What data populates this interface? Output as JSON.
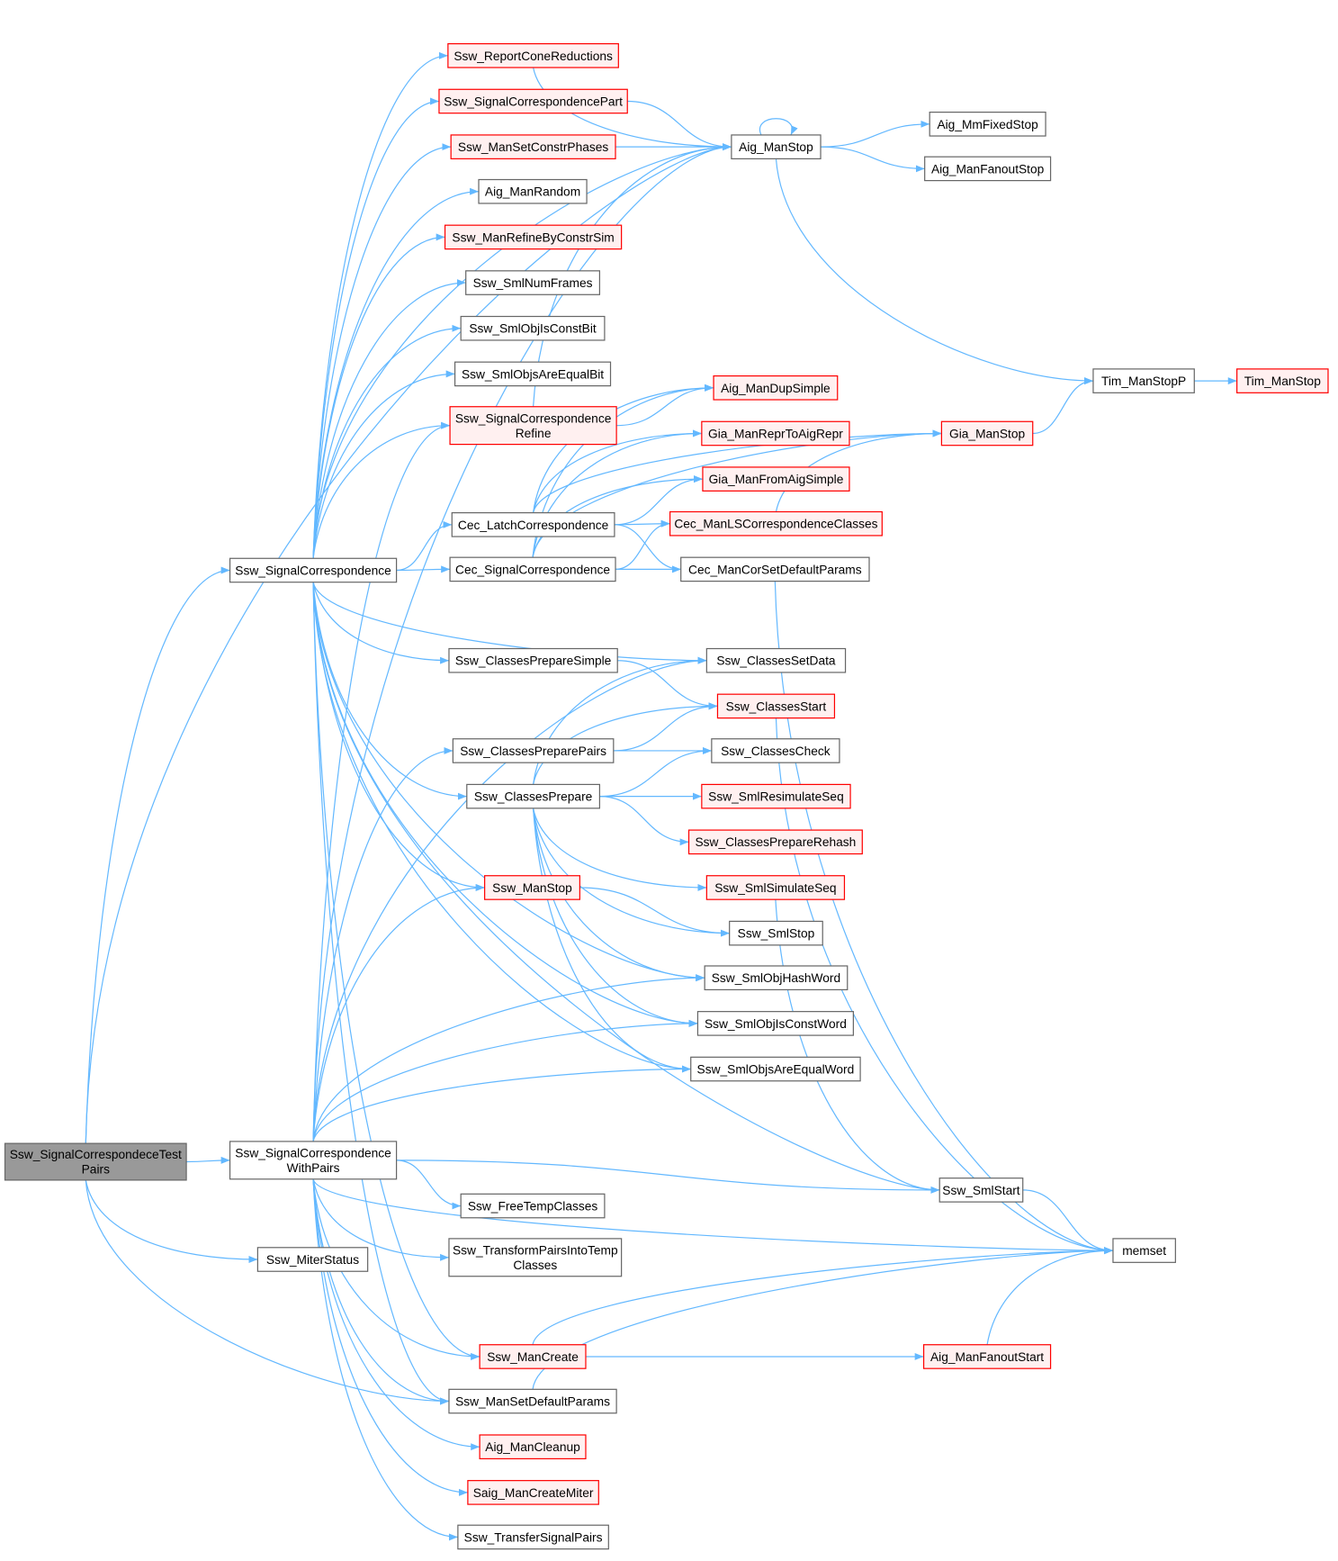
{
  "colors": {
    "edge": "#63b8ff",
    "normal_fill": "#ffffff",
    "normal_stroke": "#666666",
    "red_fill": "#fff0f0",
    "red_stroke": "#ff0000",
    "root_fill": "#999999",
    "root_stroke": "#666666"
  },
  "nodes": [
    {
      "id": "root",
      "lines": [
        "Ssw_SignalCorrespondeceTest",
        "Pairs"
      ],
      "style": "root"
    },
    {
      "id": "withpairs",
      "lines": [
        "Ssw_SignalCorrespondence",
        "WithPairs"
      ],
      "style": "normal"
    },
    {
      "id": "miterstatus",
      "lines": [
        "Ssw_MiterStatus"
      ],
      "style": "normal"
    },
    {
      "id": "sigcorr",
      "lines": [
        "Ssw_SignalCorrespondence"
      ],
      "style": "normal"
    },
    {
      "id": "reportcone",
      "lines": [
        "Ssw_ReportConeReductions"
      ],
      "style": "red"
    },
    {
      "id": "sigcorrpart",
      "lines": [
        "Ssw_SignalCorrespondencePart"
      ],
      "style": "red"
    },
    {
      "id": "setconstr",
      "lines": [
        "Ssw_ManSetConstrPhases"
      ],
      "style": "red"
    },
    {
      "id": "aigrandom",
      "lines": [
        "Aig_ManRandom"
      ],
      "style": "normal"
    },
    {
      "id": "refineconstr",
      "lines": [
        "Ssw_ManRefineByConstrSim"
      ],
      "style": "red"
    },
    {
      "id": "numframes",
      "lines": [
        "Ssw_SmlNumFrames"
      ],
      "style": "normal"
    },
    {
      "id": "isconstbit",
      "lines": [
        "Ssw_SmlObjIsConstBit"
      ],
      "style": "normal"
    },
    {
      "id": "equalbit",
      "lines": [
        "Ssw_SmlObjsAreEqualBit"
      ],
      "style": "normal"
    },
    {
      "id": "refine",
      "lines": [
        "Ssw_SignalCorrespondence",
        "Refine"
      ],
      "style": "red"
    },
    {
      "id": "ceclatch",
      "lines": [
        "Cec_LatchCorrespondence"
      ],
      "style": "normal"
    },
    {
      "id": "cecsig",
      "lines": [
        "Cec_SignalCorrespondence"
      ],
      "style": "normal"
    },
    {
      "id": "prepsimple",
      "lines": [
        "Ssw_ClassesPrepareSimple"
      ],
      "style": "normal"
    },
    {
      "id": "preppairs",
      "lines": [
        "Ssw_ClassesPreparePairs"
      ],
      "style": "normal"
    },
    {
      "id": "prepare",
      "lines": [
        "Ssw_ClassesPrepare"
      ],
      "style": "normal"
    },
    {
      "id": "manstop",
      "lines": [
        "Ssw_ManStop"
      ],
      "style": "red"
    },
    {
      "id": "freetemp",
      "lines": [
        "Ssw_FreeTempClasses"
      ],
      "style": "normal"
    },
    {
      "id": "transform",
      "lines": [
        "Ssw_TransformPairsIntoTemp",
        "Classes"
      ],
      "style": "normal"
    },
    {
      "id": "mancreate",
      "lines": [
        "Ssw_ManCreate"
      ],
      "style": "red"
    },
    {
      "id": "setdefault",
      "lines": [
        "Ssw_ManSetDefaultParams"
      ],
      "style": "normal"
    },
    {
      "id": "cleanup",
      "lines": [
        "Aig_ManCleanup"
      ],
      "style": "red"
    },
    {
      "id": "createmiter",
      "lines": [
        "Saig_ManCreateMiter"
      ],
      "style": "red"
    },
    {
      "id": "transfer",
      "lines": [
        "Ssw_TransferSignalPairs"
      ],
      "style": "normal"
    },
    {
      "id": "aigmanstop",
      "lines": [
        "Aig_ManStop"
      ],
      "style": "normal"
    },
    {
      "id": "mmfixed",
      "lines": [
        "Aig_MmFixedStop"
      ],
      "style": "normal"
    },
    {
      "id": "fanoutstop",
      "lines": [
        "Aig_ManFanoutStop"
      ],
      "style": "normal"
    },
    {
      "id": "timstopp",
      "lines": [
        "Tim_ManStopP"
      ],
      "style": "normal"
    },
    {
      "id": "timstop",
      "lines": [
        "Tim_ManStop"
      ],
      "style": "red"
    },
    {
      "id": "dupsimple",
      "lines": [
        "Aig_ManDupSimple"
      ],
      "style": "red"
    },
    {
      "id": "reprtoaig",
      "lines": [
        "Gia_ManReprToAigRepr"
      ],
      "style": "red"
    },
    {
      "id": "fromaig",
      "lines": [
        "Gia_ManFromAigSimple"
      ],
      "style": "red"
    },
    {
      "id": "lscorr",
      "lines": [
        "Cec_ManLSCorrespondenceClasses"
      ],
      "style": "red"
    },
    {
      "id": "corsetdef",
      "lines": [
        "Cec_ManCorSetDefaultParams"
      ],
      "style": "normal"
    },
    {
      "id": "giastop",
      "lines": [
        "Gia_ManStop"
      ],
      "style": "red"
    },
    {
      "id": "setdata",
      "lines": [
        "Ssw_ClassesSetData"
      ],
      "style": "normal"
    },
    {
      "id": "classstart",
      "lines": [
        "Ssw_ClassesStart"
      ],
      "style": "red"
    },
    {
      "id": "classcheck",
      "lines": [
        "Ssw_ClassesCheck"
      ],
      "style": "normal"
    },
    {
      "id": "resim",
      "lines": [
        "Ssw_SmlResimulateSeq"
      ],
      "style": "red"
    },
    {
      "id": "rehash",
      "lines": [
        "Ssw_ClassesPrepareRehash"
      ],
      "style": "red"
    },
    {
      "id": "simseq",
      "lines": [
        "Ssw_SmlSimulateSeq"
      ],
      "style": "red"
    },
    {
      "id": "smlstop",
      "lines": [
        "Ssw_SmlStop"
      ],
      "style": "normal"
    },
    {
      "id": "hashword",
      "lines": [
        "Ssw_SmlObjHashWord"
      ],
      "style": "normal"
    },
    {
      "id": "isconstword",
      "lines": [
        "Ssw_SmlObjIsConstWord"
      ],
      "style": "normal"
    },
    {
      "id": "equalword",
      "lines": [
        "Ssw_SmlObjsAreEqualWord"
      ],
      "style": "normal"
    },
    {
      "id": "smlstart",
      "lines": [
        "Ssw_SmlStart"
      ],
      "style": "normal"
    },
    {
      "id": "memset",
      "lines": [
        "memset"
      ],
      "style": "normal"
    },
    {
      "id": "fanoutstart",
      "lines": [
        "Aig_ManFanoutStart"
      ],
      "style": "red"
    }
  ],
  "edges": [
    [
      "root",
      "aigmanstop"
    ],
    [
      "root",
      "sigcorr"
    ],
    [
      "root",
      "withpairs"
    ],
    [
      "root",
      "miterstatus"
    ],
    [
      "root",
      "setdefault"
    ],
    [
      "sigcorr",
      "reportcone"
    ],
    [
      "sigcorr",
      "sigcorrpart"
    ],
    [
      "sigcorr",
      "setconstr"
    ],
    [
      "sigcorr",
      "aigrandom"
    ],
    [
      "sigcorr",
      "refineconstr"
    ],
    [
      "sigcorr",
      "numframes"
    ],
    [
      "sigcorr",
      "isconstbit"
    ],
    [
      "sigcorr",
      "equalbit"
    ],
    [
      "sigcorr",
      "refine"
    ],
    [
      "sigcorr",
      "ceclatch"
    ],
    [
      "sigcorr",
      "cecsig"
    ],
    [
      "sigcorr",
      "prepsimple"
    ],
    [
      "sigcorr",
      "setdata"
    ],
    [
      "sigcorr",
      "prepare"
    ],
    [
      "sigcorr",
      "manstop"
    ],
    [
      "sigcorr",
      "hashword"
    ],
    [
      "sigcorr",
      "isconstword"
    ],
    [
      "sigcorr",
      "equalword"
    ],
    [
      "sigcorr",
      "smlstart"
    ],
    [
      "sigcorr",
      "mancreate"
    ],
    [
      "sigcorr",
      "setdefault"
    ],
    [
      "sigcorr",
      "aigmanstop"
    ],
    [
      "withpairs",
      "aigmanstop"
    ],
    [
      "withpairs",
      "refine"
    ],
    [
      "withpairs",
      "setdata"
    ],
    [
      "withpairs",
      "preppairs"
    ],
    [
      "withpairs",
      "manstop"
    ],
    [
      "withpairs",
      "hashword"
    ],
    [
      "withpairs",
      "isconstword"
    ],
    [
      "withpairs",
      "equalword"
    ],
    [
      "withpairs",
      "freetemp"
    ],
    [
      "withpairs",
      "transform"
    ],
    [
      "withpairs",
      "smlstart"
    ],
    [
      "withpairs",
      "memset"
    ],
    [
      "withpairs",
      "mancreate"
    ],
    [
      "withpairs",
      "setdefault"
    ],
    [
      "withpairs",
      "cleanup"
    ],
    [
      "withpairs",
      "createmiter"
    ],
    [
      "withpairs",
      "transfer"
    ],
    [
      "reportcone",
      "aigmanstop"
    ],
    [
      "sigcorrpart",
      "aigmanstop"
    ],
    [
      "setconstr",
      "aigmanstop"
    ],
    [
      "refine",
      "aigmanstop"
    ],
    [
      "refine",
      "dupsimple"
    ],
    [
      "aigmanstop",
      "aigmanstop"
    ],
    [
      "aigmanstop",
      "mmfixed"
    ],
    [
      "aigmanstop",
      "fanoutstop"
    ],
    [
      "aigmanstop",
      "timstopp"
    ],
    [
      "timstopp",
      "timstop"
    ],
    [
      "giastop",
      "timstopp"
    ],
    [
      "ceclatch",
      "dupsimple"
    ],
    [
      "ceclatch",
      "reprtoaig"
    ],
    [
      "ceclatch",
      "fromaig"
    ],
    [
      "ceclatch",
      "lscorr"
    ],
    [
      "ceclatch",
      "corsetdef"
    ],
    [
      "ceclatch",
      "giastop"
    ],
    [
      "cecsig",
      "dupsimple"
    ],
    [
      "cecsig",
      "reprtoaig"
    ],
    [
      "cecsig",
      "fromaig"
    ],
    [
      "cecsig",
      "lscorr"
    ],
    [
      "cecsig",
      "corsetdef"
    ],
    [
      "cecsig",
      "giastop"
    ],
    [
      "lscorr",
      "giastop"
    ],
    [
      "corsetdef",
      "memset"
    ],
    [
      "prepsimple",
      "classstart"
    ],
    [
      "preppairs",
      "classstart"
    ],
    [
      "preppairs",
      "classcheck"
    ],
    [
      "prepare",
      "setdata"
    ],
    [
      "prepare",
      "classstart"
    ],
    [
      "prepare",
      "classcheck"
    ],
    [
      "prepare",
      "resim"
    ],
    [
      "prepare",
      "rehash"
    ],
    [
      "prepare",
      "simseq"
    ],
    [
      "prepare",
      "smlstop"
    ],
    [
      "prepare",
      "hashword"
    ],
    [
      "prepare",
      "isconstword"
    ],
    [
      "prepare",
      "equalword"
    ],
    [
      "classstart",
      "memset"
    ],
    [
      "simseq",
      "smlstart"
    ],
    [
      "manstop",
      "smlstop"
    ],
    [
      "smlstart",
      "memset"
    ],
    [
      "mancreate",
      "memset"
    ],
    [
      "mancreate",
      "fanoutstart"
    ],
    [
      "fanoutstart",
      "memset"
    ],
    [
      "setdefault",
      "memset"
    ]
  ]
}
